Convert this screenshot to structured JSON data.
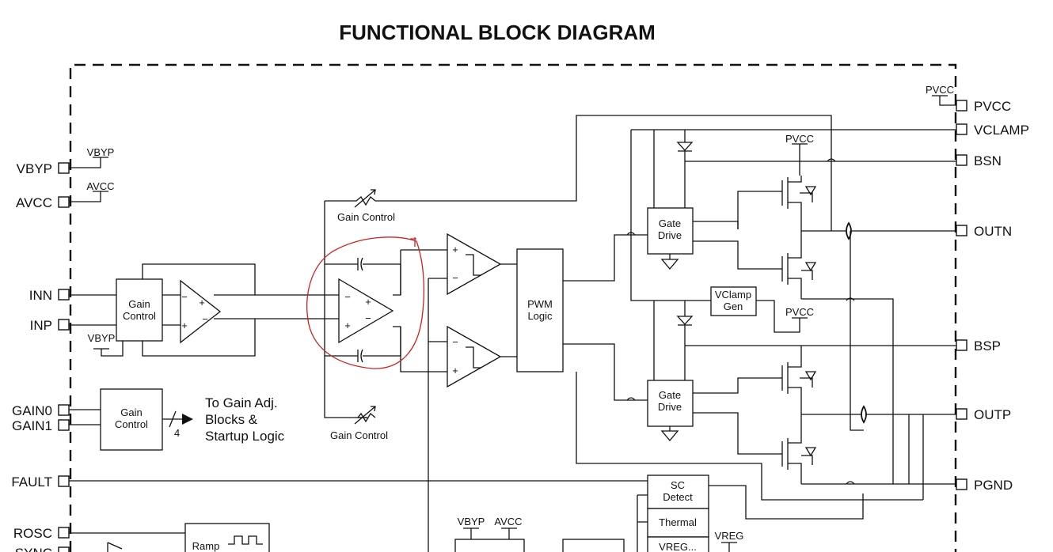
{
  "title": "FUNCTIONAL BLOCK DIAGRAM",
  "pins_left": {
    "vbyp": "VBYP",
    "avcc": "AVCC",
    "inn": "INN",
    "inp": "INP",
    "gain0": "GAIN0",
    "gain1": "GAIN1",
    "fault": "FAULT",
    "rosc": "ROSC",
    "sync": "SYNC"
  },
  "pins_right": {
    "pvcc": "PVCC",
    "vclamp": "VCLAMP",
    "bsn": "BSN",
    "outn": "OUTN",
    "bsp": "BSP",
    "outp": "OUTP",
    "pgnd": "PGND"
  },
  "rails": {
    "vbyp": "VBYP",
    "avcc": "AVCC",
    "pvcc": "PVCC",
    "vreg": "VREG"
  },
  "blocks": {
    "gain_control_line1": "Gain",
    "gain_control_line2": "Control",
    "pwm_line1": "PWM",
    "pwm_line2": "Logic",
    "gate_drive_line1": "Gate",
    "gate_drive_line2": "Drive",
    "vclamp_line1": "VClamp",
    "vclamp_line2": "Gen",
    "sc_line1": "SC",
    "sc_line2": "Detect",
    "thermal": "Thermal",
    "ramp": "Ramp",
    "vreg_partial": "VREG..."
  },
  "labels": {
    "gain_control_top": "Gain Control",
    "gain_control_bottom": "Gain Control",
    "bus_width": "4",
    "note_line1": "To Gain Adj.",
    "note_line2": "Blocks &",
    "note_line3": "Startup Logic"
  },
  "colors": {
    "annotation": "#cc2222",
    "ink": "#111111"
  }
}
